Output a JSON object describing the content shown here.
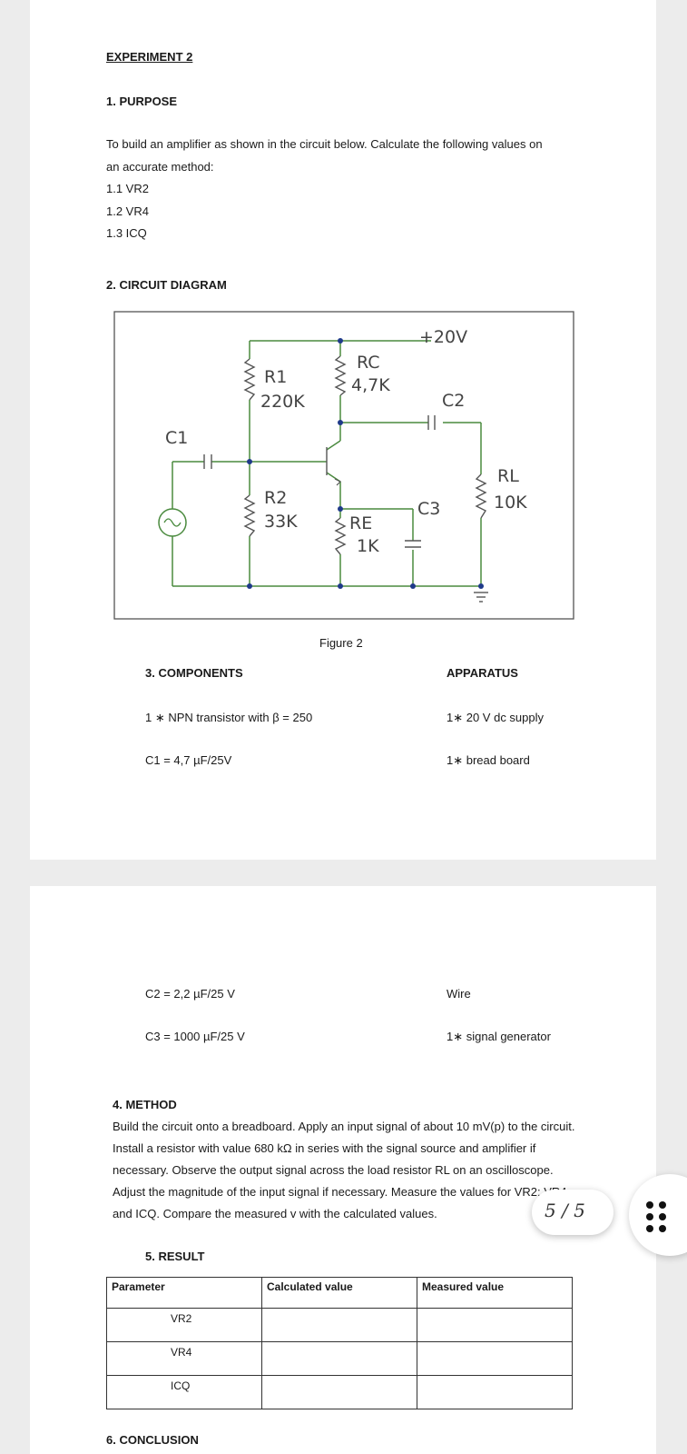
{
  "title": "EXPERIMENT 2",
  "purpose": {
    "heading": "1. PURPOSE",
    "line1": "To build an amplifier as shown in the circuit below. Calculate the following values on",
    "line2": "an accurate method:",
    "items": [
      "1.1 VR2",
      "1.2 VR4",
      "1.3 ICQ"
    ]
  },
  "circuit": {
    "heading": "2. CIRCUIT DIAGRAM",
    "supply": "+20V",
    "r1": "R1",
    "r1_value": "220K",
    "rc": "RC",
    "rc_value": "4,7K",
    "c2": "C2",
    "c1": "C1",
    "rl": "RL",
    "rl_value": "10K",
    "r2": "R2",
    "r2_value": "33K",
    "c3": "C3",
    "re": "RE",
    "re_value": "1K",
    "caption": "Figure 2"
  },
  "components": {
    "heading": "3. COMPONENTS",
    "items": [
      "1 ∗ NPN transistor with β = 250",
      "C1 = 4,7 µF/25V",
      "C2 = 2,2 µF/25 V",
      "C3 = 1000 µF/25 V"
    ]
  },
  "apparatus": {
    "heading": "APPARATUS",
    "items": [
      "1∗ 20 V dc supply",
      "1∗ bread board",
      "Wire",
      "1∗ signal generator"
    ]
  },
  "method": {
    "heading": "4. METHOD",
    "text": "Build the circuit onto a breadboard. Apply an input signal of about 10 mV(p) to the circuit. Install a resistor with value 680 kΩ in series with the signal source and amplifier if necessary. Observe the output signal across the load resistor RL on an oscilloscope. Adjust the magnitude of the input signal if necessary. Measure the values for VR2; VR4 and ICQ. Compare the measured v with the calculated values."
  },
  "result": {
    "heading": "5. RESULT",
    "columns": [
      "Parameter",
      "Calculated value",
      "Measured value"
    ],
    "rows": [
      "VR2",
      "VR4",
      "ICQ"
    ]
  },
  "conclusion": {
    "heading": "6. CONCLUSION"
  },
  "page_indicator": "5 / 5"
}
